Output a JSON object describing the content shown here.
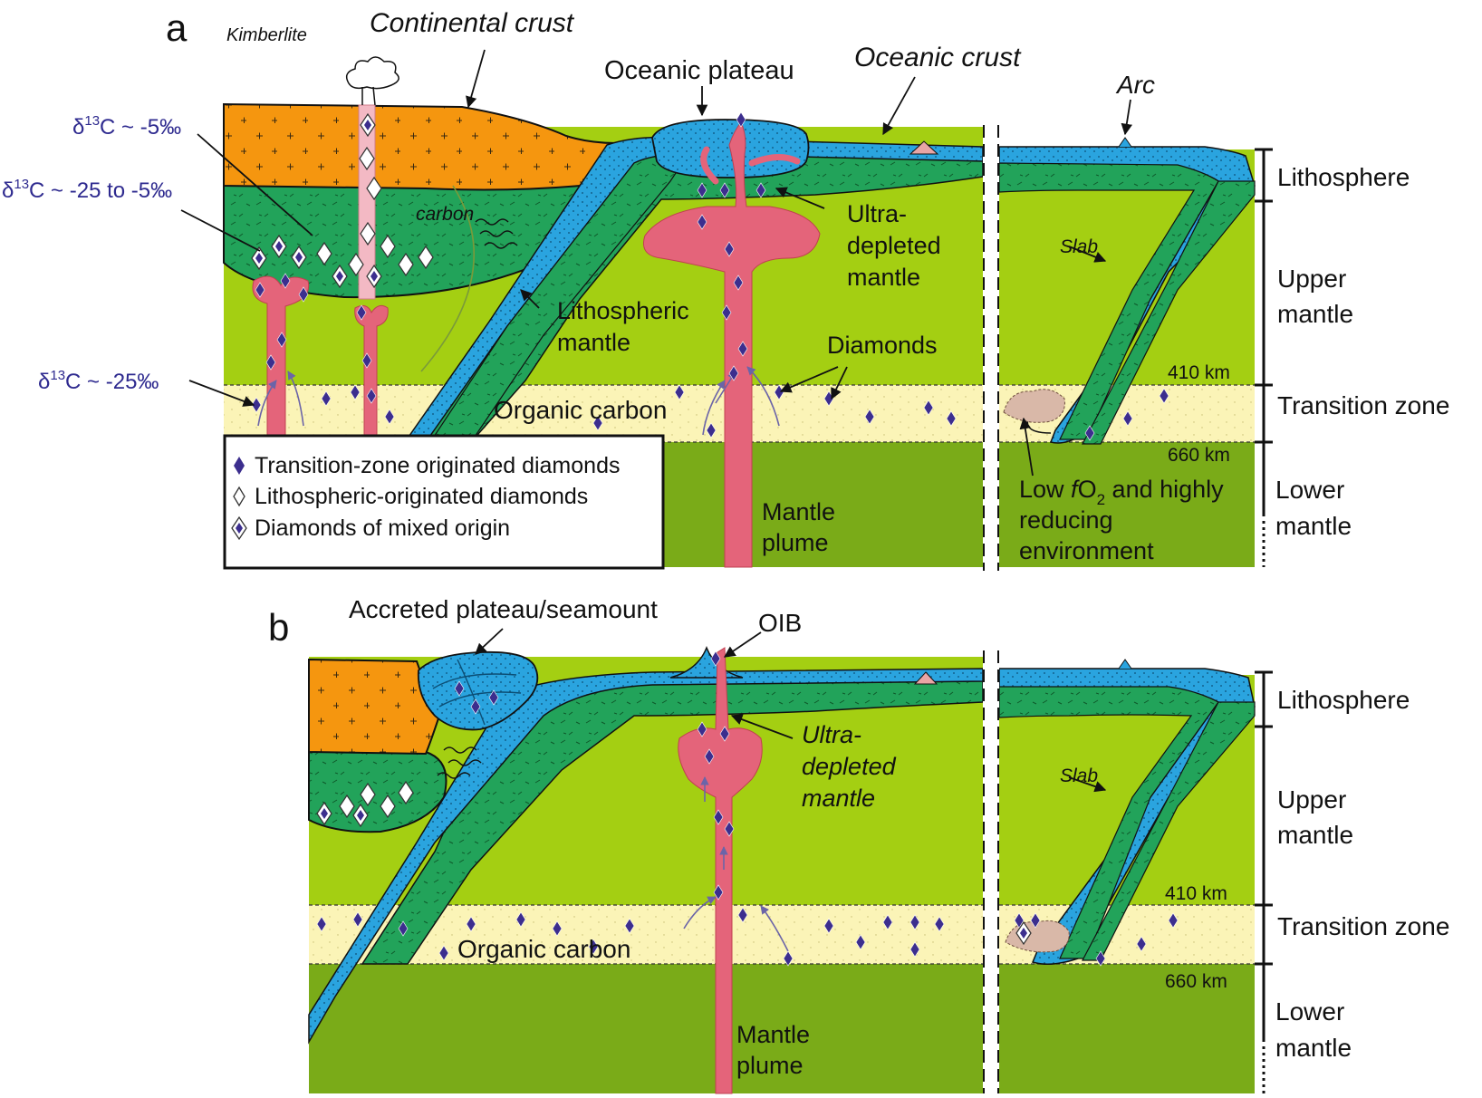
{
  "panels": {
    "a": {
      "letter": "a",
      "labels": {
        "kimberlite": "Kimberlite",
        "continental_crust": "Continental crust",
        "oceanic_plateau": "Oceanic plateau",
        "oceanic_crust": "Oceanic crust",
        "arc": "Arc",
        "carbon": "carbon",
        "ultra_depleted": [
          "Ultra-",
          "depleted",
          "mantle"
        ],
        "lithospheric_mantle": [
          "Lithospheric",
          "mantle"
        ],
        "diamonds": "Diamonds",
        "organic_carbon": "Organic carbon",
        "mantle_plume": [
          "Mantle",
          "plume"
        ],
        "slab": "Slab",
        "low_fo2": {
          "line1_pre": "Low ",
          "line1_f": "f",
          "line1_o": "O",
          "line1_sub": "2",
          "line1_post": " and highly",
          "line2": "reducing",
          "line3": "environment"
        },
        "d13c_a": {
          "pre": "δ",
          "sup": "13",
          "post": "C ~ -5‰"
        },
        "d13c_b": {
          "pre": "δ",
          "sup": "13",
          "post": "C ~ -25 to -5‰"
        },
        "d13c_c": {
          "pre": "δ",
          "sup": "13",
          "post": "C ~ -25‰"
        }
      },
      "depth_ticks": {
        "d410": "410 km",
        "d660": "660 km"
      },
      "layers": [
        "Lithosphere",
        [
          "Upper",
          "mantle"
        ],
        "Transition zone",
        [
          "Lower",
          "mantle"
        ]
      ]
    },
    "b": {
      "letter": "b",
      "labels": {
        "accreted": "Accreted plateau/seamount",
        "oib": "OIB",
        "ultra_depleted": [
          "Ultra-",
          "depleted",
          "mantle"
        ],
        "organic_carbon": "Organic carbon",
        "mantle_plume": [
          "Mantle",
          "plume"
        ],
        "slab": "Slab"
      },
      "depth_ticks": {
        "d410": "410 km",
        "d660": "660 km"
      },
      "layers": [
        "Lithosphere",
        [
          "Upper",
          "mantle"
        ],
        "Transition zone",
        [
          "Lower",
          "mantle"
        ]
      ]
    }
  },
  "legend": {
    "items": [
      {
        "symbol": "blue-diamond",
        "label": "Transition-zone originated diamonds"
      },
      {
        "symbol": "white-diamond",
        "label": "Lithospheric-originated diamonds"
      },
      {
        "symbol": "mixed-diamond",
        "label": "Diamonds of mixed origin"
      }
    ]
  },
  "colors": {
    "continental_crust": "#f5960f",
    "lithospheric_mantle": "#22a35a",
    "upper_mantle": "#a4cf12",
    "transition_zone": "#fbf4b7",
    "lower_mantle": "#7aab18",
    "oceanic_crust": "#2aa4df",
    "plume": "#e4647a",
    "diamond_blue": "#3c2e8e",
    "isotope_text": "#2e2a8f"
  }
}
